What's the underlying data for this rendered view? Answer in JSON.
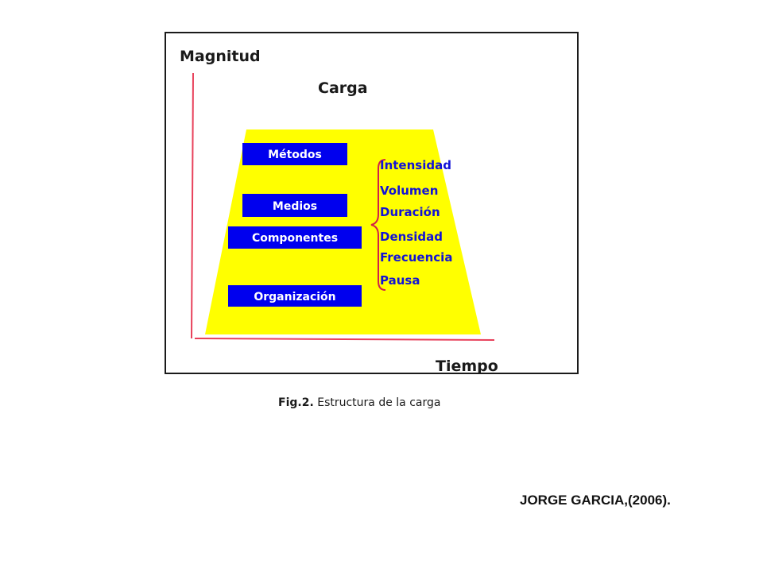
{
  "diagram": {
    "y_axis_label": "Magnitud",
    "x_axis_label": "Tiempo",
    "title": "Carga",
    "boxes": [
      "Métodos",
      "Medios",
      "Componentes",
      "Organización"
    ],
    "factors": [
      "Intensidad",
      "Volumen",
      "Duración",
      "Densidad",
      "Frecuencia",
      "Pausa"
    ],
    "colors": {
      "trapezoid": "#ffff00",
      "box": "#0000ee",
      "axis": "#e8405a",
      "brace": "#d0204a",
      "factor_text": "#1212d6"
    }
  },
  "caption": {
    "prefix": "Fig.2.",
    "text": "Estructura de la carga"
  },
  "citation": "JORGE GARCIA,(2006)."
}
